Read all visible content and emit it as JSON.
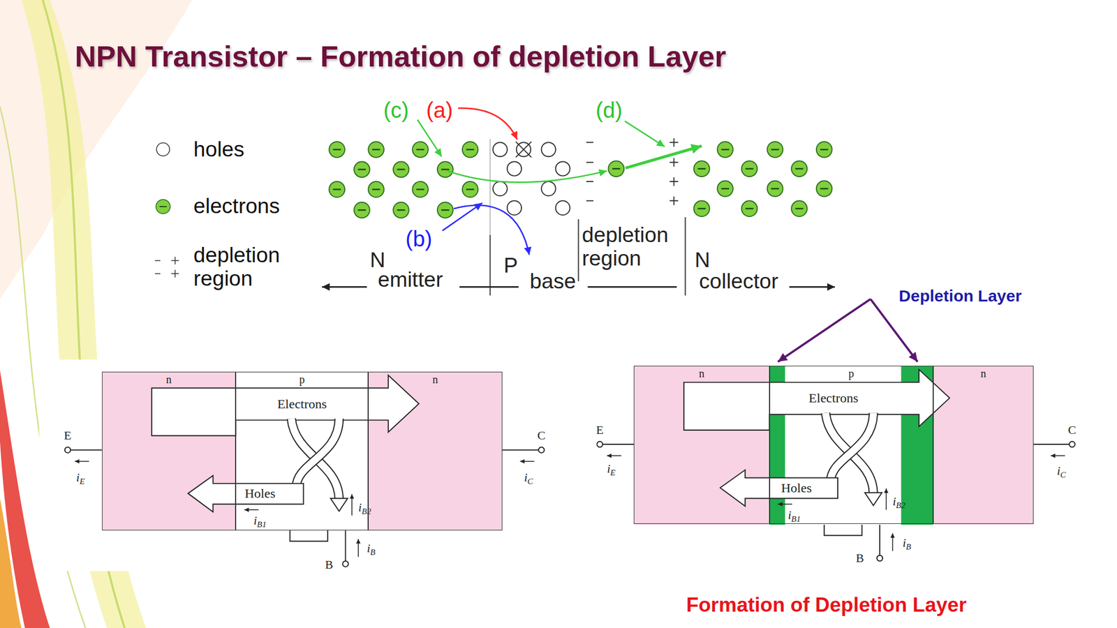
{
  "diagram": {
    "title": "NPN Transistor – Formation of depletion Layer",
    "caption": "Formation of Depletion Layer",
    "nodes": [
      {
        "text": [
          "n"
        ]
      },
      {
        "text": [
          "p"
        ]
      },
      {
        "text": [
          "n"
        ]
      },
      {
        "text": [
          "n"
        ]
      },
      {
        "text": [
          "p"
        ]
      },
      {
        "text": [
          "n"
        ]
      }
    ],
    "labels": [
      "(c)",
      "(a)",
      "(d)",
      "(b)",
      "N",
      "emitter",
      "P",
      "base",
      "depletion region",
      "N",
      "collector",
      "Electrons",
      "Holes",
      "E",
      "C",
      "B",
      "iE",
      "iC",
      "iB1",
      "iB2",
      "iB",
      "Electrons",
      "Holes",
      "E",
      "C",
      "B",
      "iE",
      "iC",
      "iB1",
      "iB2",
      "iB",
      "Depletion Layer"
    ],
    "legend": [
      {
        "text": "holes"
      },
      {
        "text": "electrons"
      },
      {
        "text": "depletion region"
      }
    ]
  }
}
